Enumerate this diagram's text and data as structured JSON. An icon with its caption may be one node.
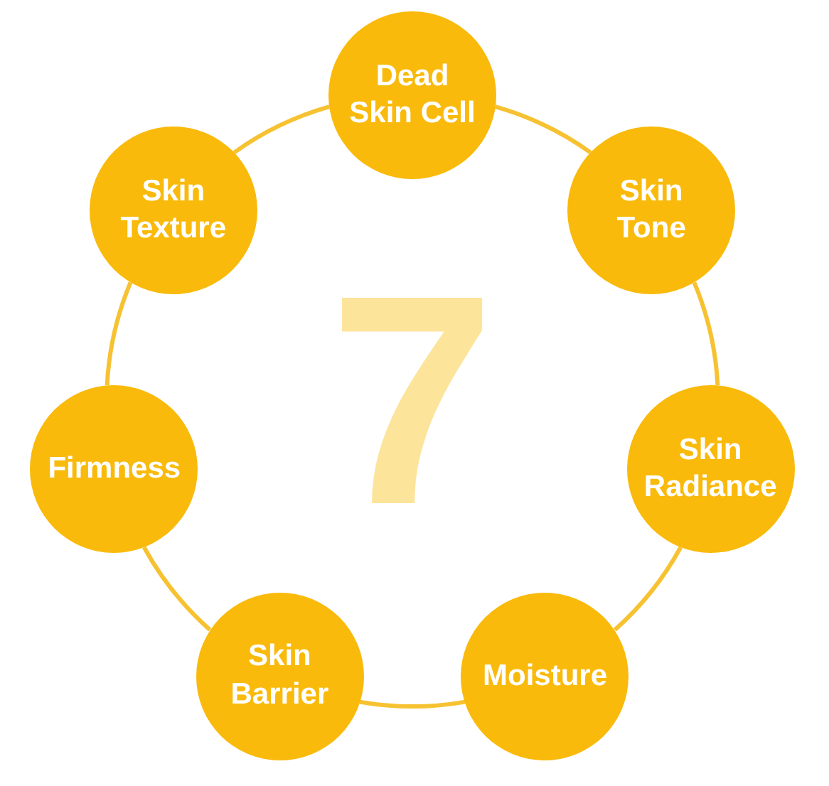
{
  "diagram": {
    "nodes": [
      {
        "text": [
          "Dead Skin Cell"
        ]
      },
      {
        "text": [
          "Skin Tone"
        ]
      },
      {
        "text": [
          "Skin Radiance"
        ]
      },
      {
        "text": [
          "Moisture"
        ]
      },
      {
        "text": [
          "Skin Barrier"
        ]
      },
      {
        "text": [
          "Firmness"
        ]
      },
      {
        "text": [
          "Skin Texture"
        ]
      }
    ],
    "edges": [
      {
        "from": 0,
        "to": 1,
        "arrow": "none"
      },
      {
        "from": 1,
        "to": 2,
        "arrow": "none"
      },
      {
        "from": 2,
        "to": 3,
        "arrow": "none"
      },
      {
        "from": 3,
        "to": 4,
        "arrow": "none"
      },
      {
        "from": 4,
        "to": 5,
        "arrow": "none"
      },
      {
        "from": 5,
        "to": 6,
        "arrow": "none"
      },
      {
        "from": 6,
        "to": 0,
        "arrow": "none"
      }
    ],
    "labels": [
      "7"
    ]
  }
}
